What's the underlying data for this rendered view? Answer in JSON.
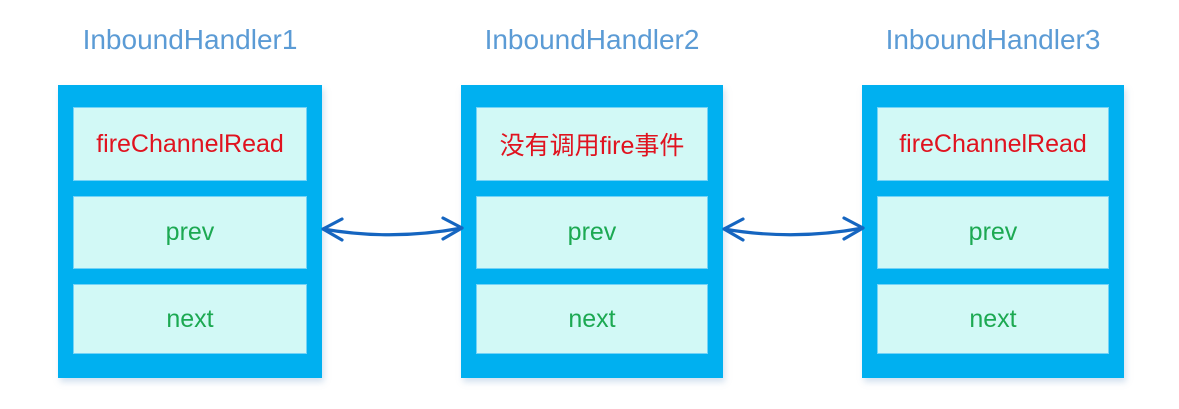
{
  "diagram": {
    "description": "Netty channel pipeline inbound handler doubly-linked list diagram",
    "colors": {
      "outer_box": "#00b0f0",
      "inner_box": "#d2f9f6",
      "title_text": "#5b9bd5",
      "red_text": "#e0131f",
      "green_text": "#1ca952",
      "arrow": "#1565c0",
      "background": "#ffffff"
    },
    "handlers": [
      {
        "title": "InboundHandler1",
        "rows": [
          {
            "label": "fireChannelRead",
            "color": "#e0131f"
          },
          {
            "label": "prev",
            "color": "#1ca952"
          },
          {
            "label": "next",
            "color": "#1ca952"
          }
        ]
      },
      {
        "title": "InboundHandler2",
        "rows": [
          {
            "label": "没有调用fire事件",
            "color": "#e0131f"
          },
          {
            "label": "prev",
            "color": "#1ca952"
          },
          {
            "label": "next",
            "color": "#1ca952"
          }
        ]
      },
      {
        "title": "InboundHandler3",
        "rows": [
          {
            "label": "fireChannelRead",
            "color": "#e0131f"
          },
          {
            "label": "prev",
            "color": "#1ca952"
          },
          {
            "label": "next",
            "color": "#1ca952"
          }
        ]
      }
    ],
    "arrows": [
      {
        "name": "link-handler1-handler2",
        "type": "bidirectional"
      },
      {
        "name": "link-handler2-handler3",
        "type": "bidirectional"
      }
    ]
  }
}
